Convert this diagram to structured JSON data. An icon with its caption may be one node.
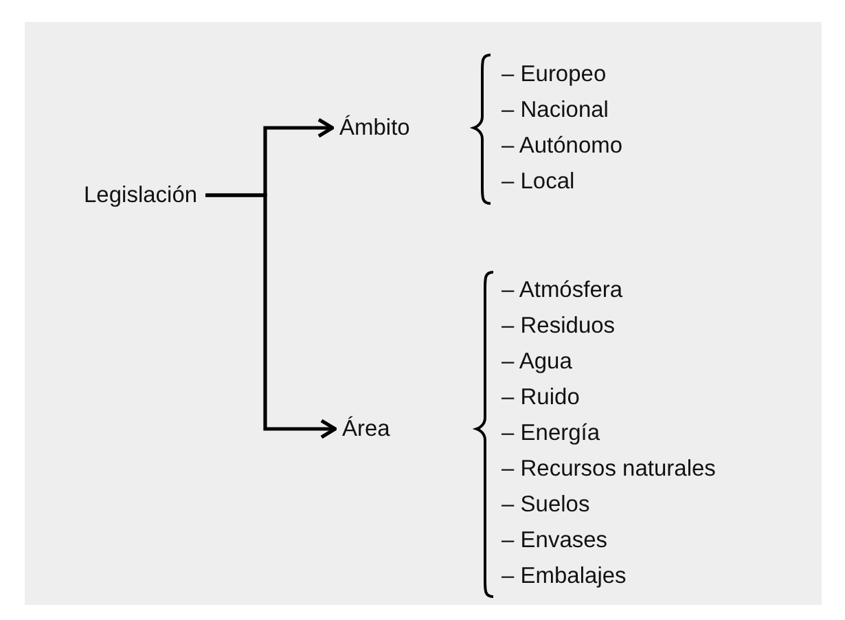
{
  "diagram": {
    "nodes": [
      {
        "text": [
          "Legislación"
        ]
      },
      {
        "text": [
          "Ámbito"
        ]
      },
      {
        "text": [
          "Área"
        ]
      }
    ],
    "edges": [
      {
        "from": 0,
        "to": 1,
        "arrow": "to"
      },
      {
        "from": 0,
        "to": 2,
        "arrow": "to"
      }
    ],
    "labels": [
      "– Europeo",
      "– Nacional",
      "– Autónomo",
      "– Local",
      "– Atmósfera",
      "– Residuos",
      "– Agua",
      "– Ruido",
      "– Energía",
      "– Recursos naturales",
      "– Suelos",
      "– Envases",
      "– Embalajes"
    ]
  }
}
